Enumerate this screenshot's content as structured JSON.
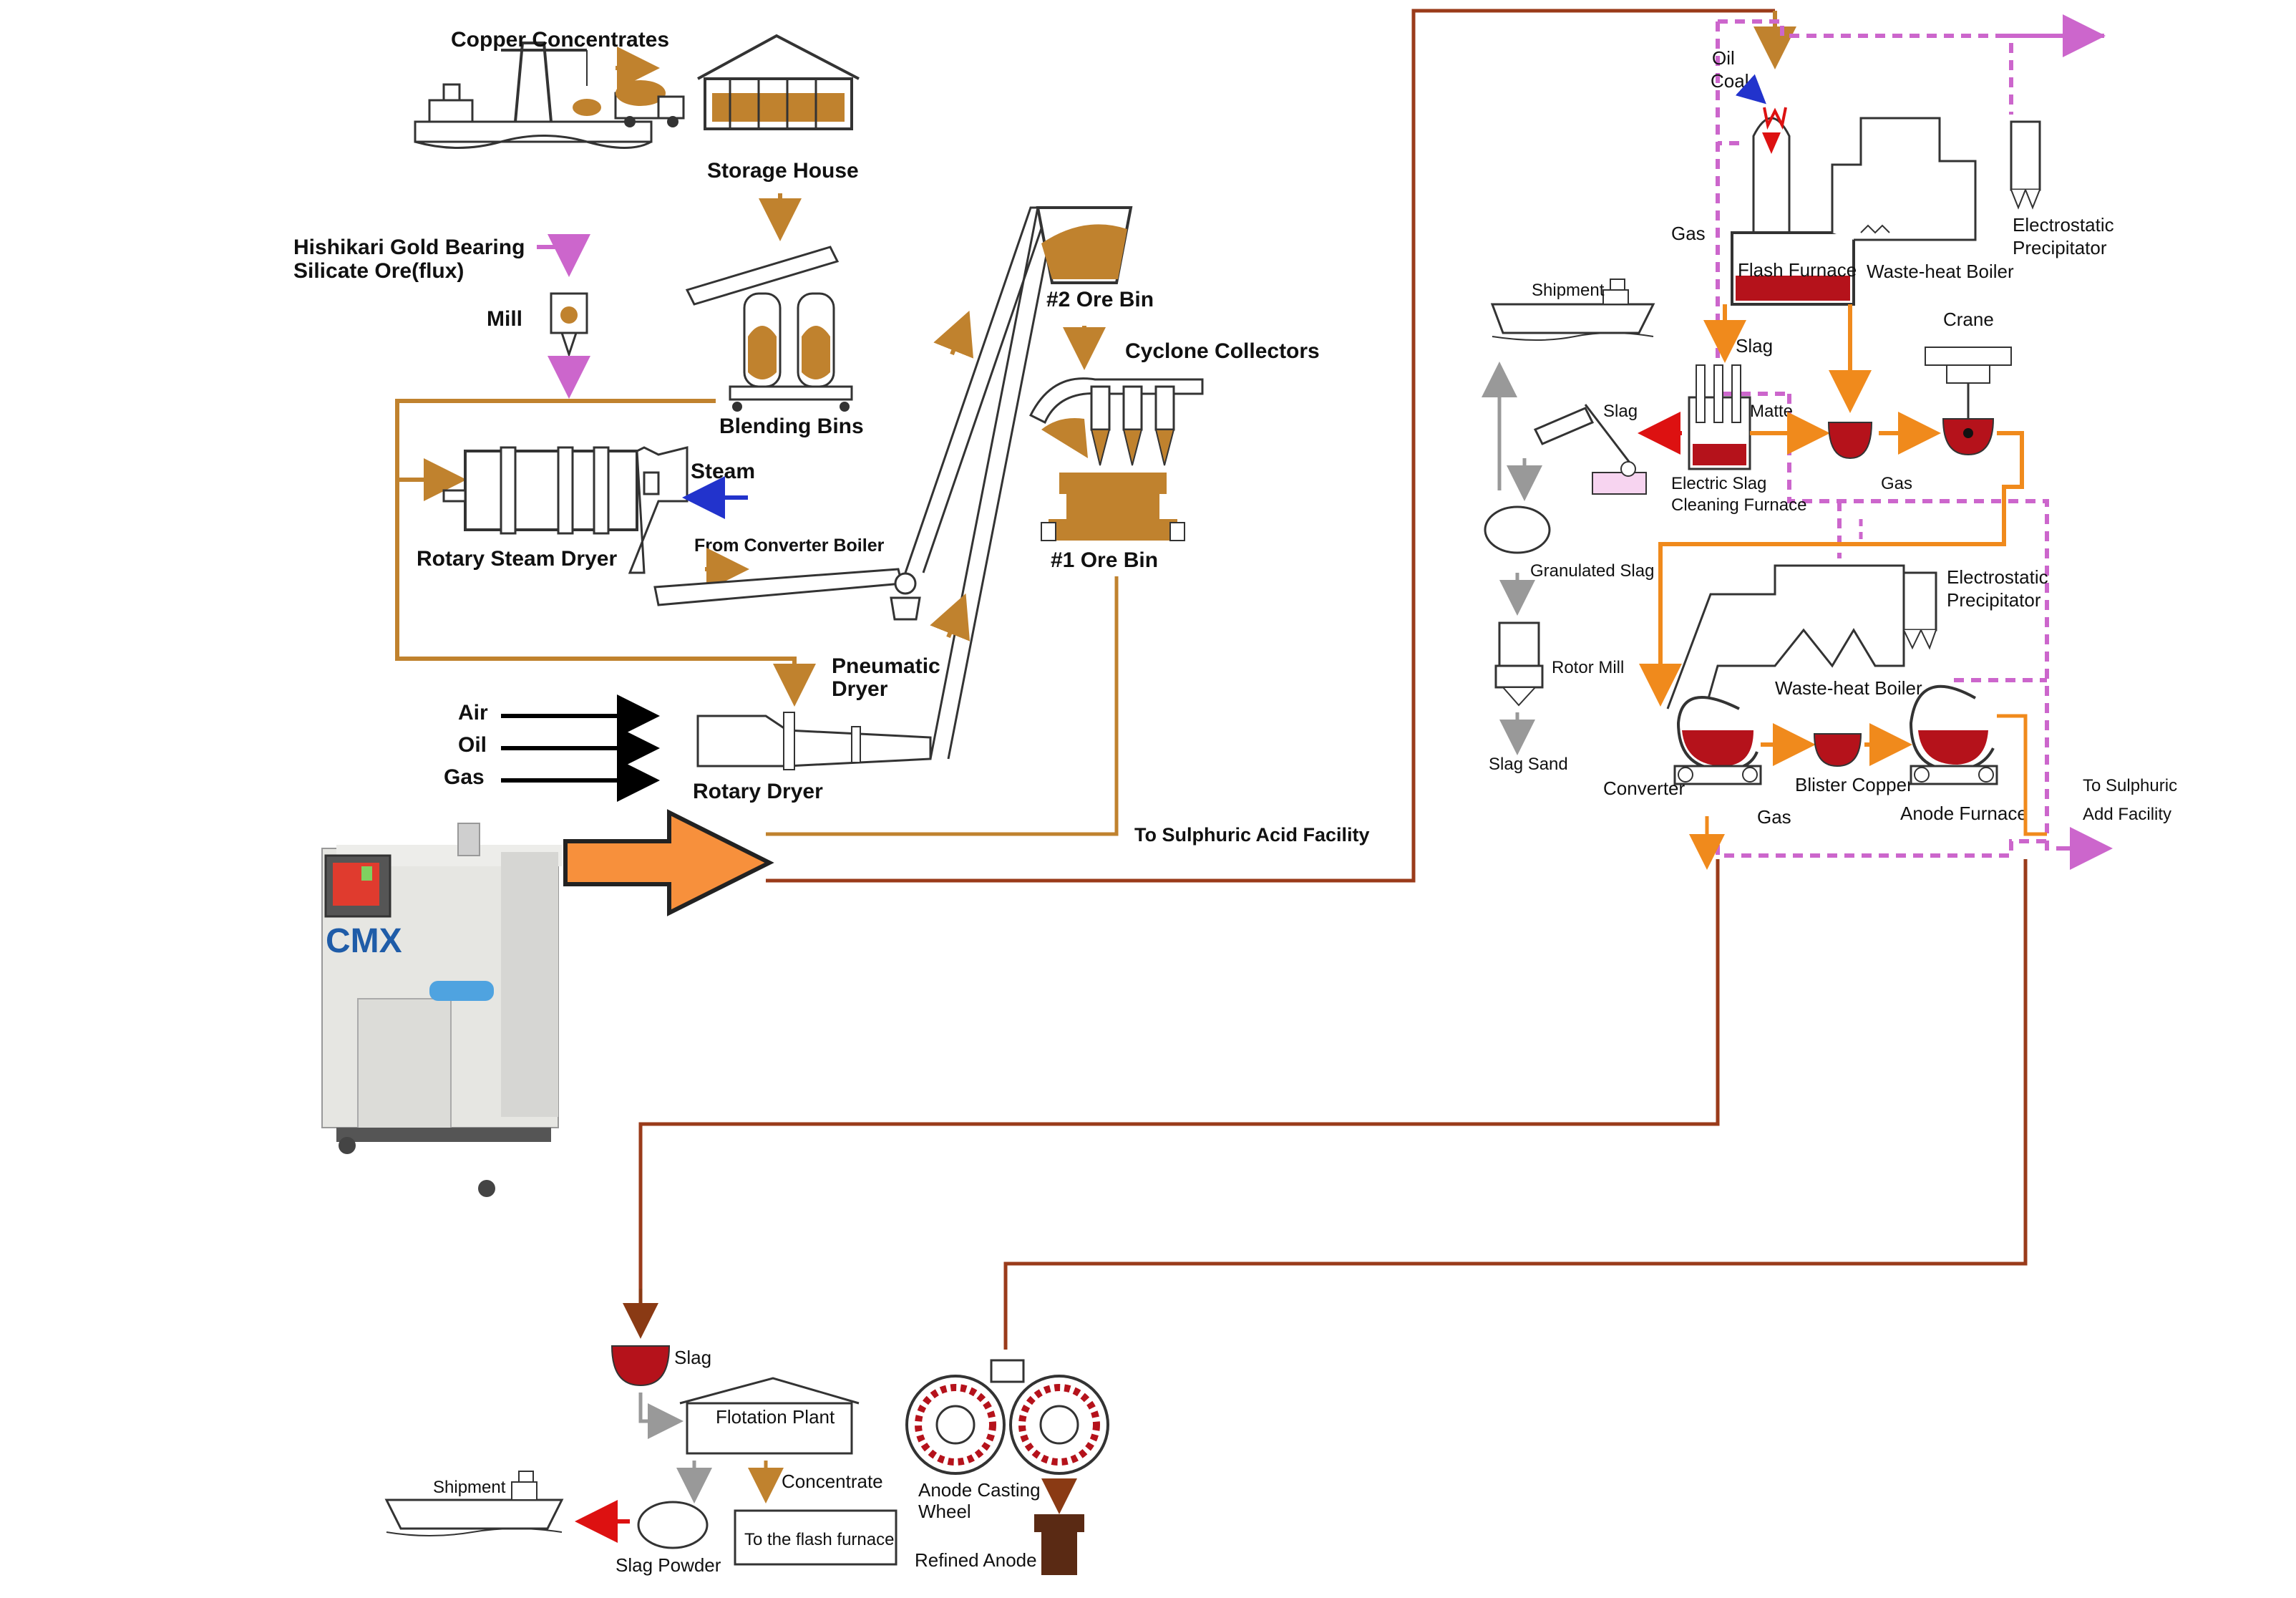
{
  "colors": {
    "process_line": "#b3541e",
    "ore_brown": "#c0822e",
    "flow_orange": "#f08a1c",
    "gas_purple": "#cc66cc",
    "matte_red": "#b5121b",
    "steam_blue": "#2233cc",
    "cmx_arrow": "#f7903c",
    "gray_flow": "#999999",
    "refined_anode": "#5a2a14"
  },
  "labels": {
    "copper_concentrates": "Copper Concentrates",
    "storage_house": "Storage House",
    "hishikari_line1": "Hishikari Gold Bearing",
    "hishikari_line2": "Silicate Ore(flux)",
    "mill": "Mill",
    "blending_bins": "Blending Bins",
    "steam": "Steam",
    "rotary_steam_dryer": "Rotary Steam Dryer",
    "from_converter_boiler": "From Converter Boiler",
    "ore_bin_2": "#2 Ore Bin",
    "cyclone_collectors": "Cyclone Collectors",
    "ore_bin_1": "#1 Ore Bin",
    "pneumatic_line1": "Pneumatic",
    "pneumatic_line2": "Dryer",
    "air": "Air",
    "oil": "Oil",
    "gas": "Gas",
    "rotary_dryer": "Rotary Dryer",
    "to_sulphuric_acid": "To Sulphuric Acid Facility",
    "oil_small": "Oil",
    "coal": "Coal",
    "gas_flash": "Gas",
    "flash_furnace": "Flash Furnace",
    "waste_heat_boiler_top": "Waste-heat Boiler",
    "electrostatic_top_1": "Electrostatic",
    "electrostatic_top_2": "Precipitator",
    "shipment_top": "Shipment",
    "slag_mid": "Slag",
    "crane": "Crane",
    "slag_small": "Slag",
    "matte": "Matte",
    "electric_slag_1": "Electric Slag",
    "electric_slag_2": "Cleaning Furnace",
    "gas_mid": "Gas",
    "granulated_slag": "Granulated Slag",
    "electrostatic_mid_1": "Electrostatic",
    "electrostatic_mid_2": "Precipitator",
    "rotor_mill": "Rotor Mill",
    "waste_heat_boiler_mid": "Waste-heat Boiler",
    "slag_sand": "Slag Sand",
    "converter": "Converter",
    "blister_copper": "Blister Copper",
    "anode_furnace": "Anode Furnace",
    "gas_low": "Gas",
    "to_sulphuric_right_1": "To Sulphuric",
    "to_sulphuric_right_2": "Add Facility",
    "slag_bottom": "Slag",
    "flotation_plant": "Flotation Plant",
    "shipment_bottom": "Shipment",
    "concentrate": "Concentrate",
    "slag_powder": "Slag Powder",
    "to_flash_furnace": "To the flash furnace",
    "anode_casting_1": "Anode Casting",
    "anode_casting_2": "Wheel",
    "refined_anode": "Refined Anode",
    "cmx_logo": "CMX"
  }
}
